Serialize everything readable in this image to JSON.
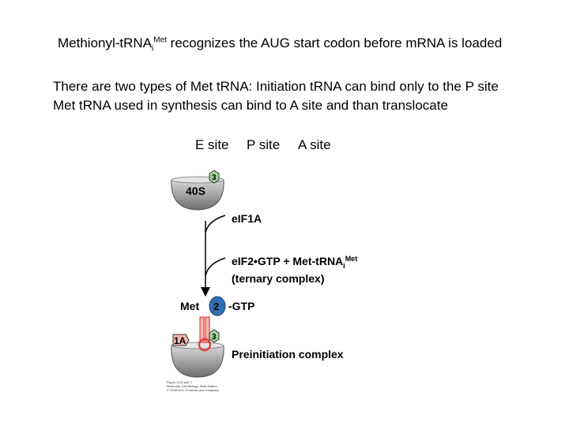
{
  "title": {
    "before": "Methionyl-tRNA",
    "sub": "i",
    "sup": "Met",
    "after": " recognizes the AUG start codon before mRNA is loaded"
  },
  "body_lines": [
    "There are two types of Met tRNA:   Initiation tRNA can bind only to the P site",
    "Met tRNA used in synthesis can bind to A site and than translocate"
  ],
  "sites": {
    "e": "E site",
    "p": "P site",
    "a": "A site"
  },
  "diagram": {
    "subunit_label": "40S",
    "factor3_label": "3",
    "factor2_label": "2",
    "factor1a_label": "1A",
    "step1_label": "eIF1A",
    "step2_line1": "eIF2•GTP + Met-tRNA",
    "step2_sub": "i",
    "step2_sup": "Met",
    "step2_line2": "(ternary complex)",
    "met_label": "Met",
    "gtp_label": "-GTP",
    "complex_label": "Preinitiation complex",
    "credit_line1": "Figure 4-24 part 2",
    "credit_line2": "Molecular Cell Biology, Sixth Edition",
    "credit_line3": "© 2008 W.H. Freeman and Company"
  },
  "colors": {
    "subunit_dark": "#6e6e6e",
    "subunit_light": "#d8d8d8",
    "eif3_green": "#9fd39a",
    "eif2_blue": "#2f6fb3",
    "eif1a_pink": "#f4b7b0",
    "trna_red": "#e2413d"
  }
}
